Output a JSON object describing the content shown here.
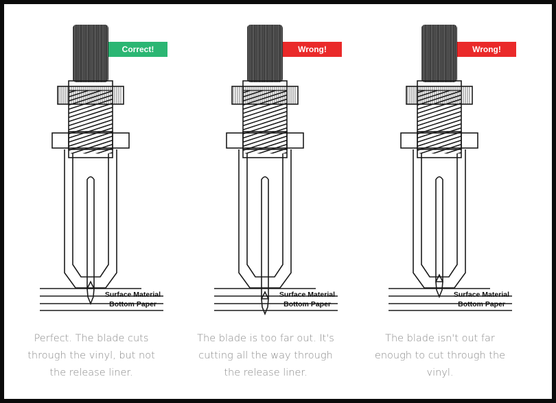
{
  "colors": {
    "correct": "#2bb673",
    "wrong": "#ea2a2a",
    "line": "#1a1a1a",
    "caption": "#8a8a8a"
  },
  "layers": {
    "surface": "Surface Material",
    "bottom": "Bottom Paper"
  },
  "panels": [
    {
      "badge": "Correct!",
      "status": "correct",
      "blade_depth": "through-surface-only",
      "caption_lines": [
        "Perfect. The blade cuts",
        "through the vinyl, but not",
        "the release liner."
      ]
    },
    {
      "badge": "Wrong!",
      "status": "wrong",
      "blade_depth": "through-all-layers",
      "caption_lines": [
        "The blade is too far out. It's",
        "cutting all the way through",
        "the release liner."
      ]
    },
    {
      "badge": "Wrong!",
      "status": "wrong",
      "blade_depth": "not-through-surface",
      "caption_lines": [
        "The blade isn't out far",
        "enough to cut through the",
        "vinyl."
      ]
    }
  ]
}
